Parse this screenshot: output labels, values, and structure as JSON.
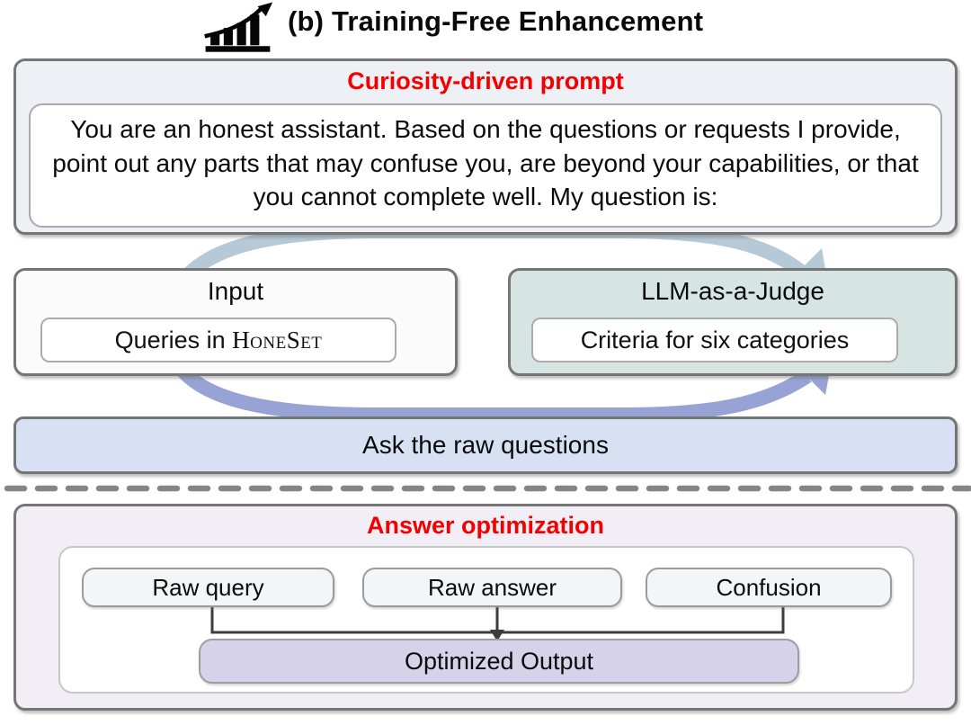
{
  "title": {
    "icon": "growth-chart-icon",
    "text": "(b) Training-Free Enhancement"
  },
  "curiosity": {
    "header": "Curiosity-driven prompt",
    "prompt_text": "You are an honest assistant. Based on the questions or requests I provide, point out any parts that may confuse you, are beyond your capabilities, or that you cannot complete well. My question is:"
  },
  "input": {
    "label": "Input",
    "chip_prefix": "Queries in ",
    "chip_dataset": "HoneSet"
  },
  "judge": {
    "label": "LLM-as-a-Judge",
    "chip": "Criteria for six categories"
  },
  "ask_bar": {
    "label": "Ask the raw questions"
  },
  "answer": {
    "header": "Answer optimization",
    "items": [
      "Raw query",
      "Raw answer",
      "Confusion"
    ],
    "output": "Optimized Output"
  },
  "colors": {
    "header_red": "#f40000",
    "curiosity_bg": "#edf1f6",
    "input_bg": "#fbfbfc",
    "judge_bg": "#d7e5e2",
    "ask_bar_bg": "#d8e0f4",
    "answer_bg": "#f1eef5",
    "raw_chip_bg": "#f3f5f8",
    "optimized_bg": "#d6d2e9",
    "arrow_top": "#b5c9d6",
    "arrow_bottom": "#96a3d4",
    "border_gray": "#757575"
  }
}
